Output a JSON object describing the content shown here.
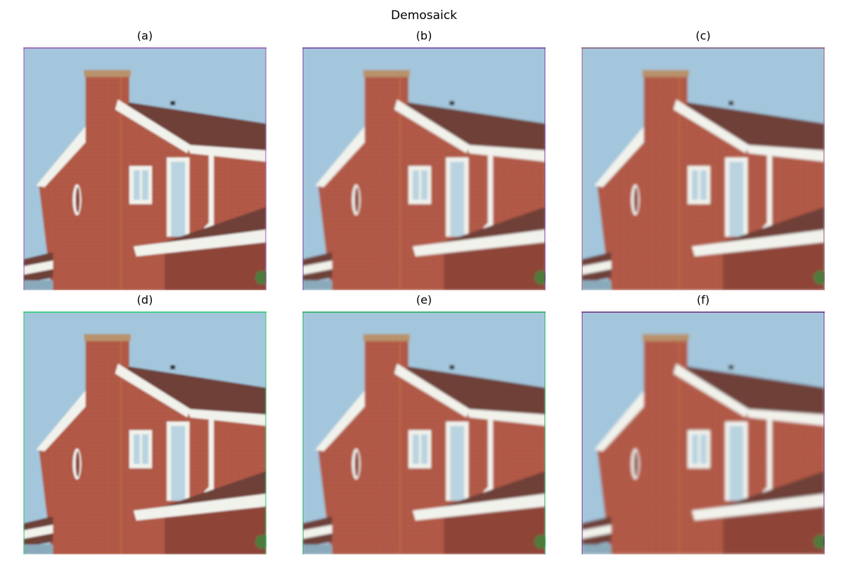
{
  "figure": {
    "title": "Demosaick"
  },
  "panels": [
    {
      "label": "(a)",
      "blur": 1.2,
      "fringe": "#9b59b6"
    },
    {
      "label": "(b)",
      "blur": 1.6,
      "fringe": "#7b3fa8"
    },
    {
      "label": "(c)",
      "blur": 1.9,
      "fringe": "#8a5a7a"
    },
    {
      "label": "(d)",
      "blur": 1.4,
      "fringe": "#2ecc71"
    },
    {
      "label": "(e)",
      "blur": 1.5,
      "fringe": "#27ae60"
    },
    {
      "label": "(f)",
      "blur": 2.2,
      "fringe": "#6c3483"
    }
  ],
  "colors": {
    "sky": "#a3c6dc",
    "brick": "#b35a46",
    "brick_dark": "#8e4538",
    "roof": "#6e4038",
    "trim": "#f2f2ec",
    "window_glass": "#b9d4e0"
  }
}
